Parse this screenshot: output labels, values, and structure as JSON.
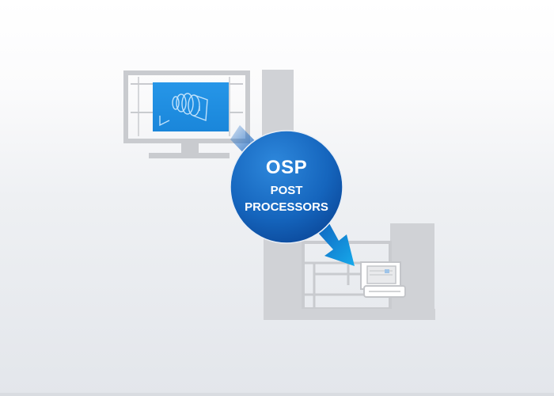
{
  "badge": {
    "title": "OSP",
    "line1": "POST",
    "line2": "PROCESSORS"
  },
  "icons": {
    "workstation": "cad-monitor-icon",
    "part": "cad-part-icon",
    "machine": "machine-tool-icon",
    "controller": "controller-icon"
  },
  "colors": {
    "badge_dark": "#0a4fa3",
    "badge_light": "#2b82d9",
    "arrow_cyan": "#16a7e8",
    "screen_blue": "#1f8de0",
    "outline_gray": "#c9cbcf"
  }
}
